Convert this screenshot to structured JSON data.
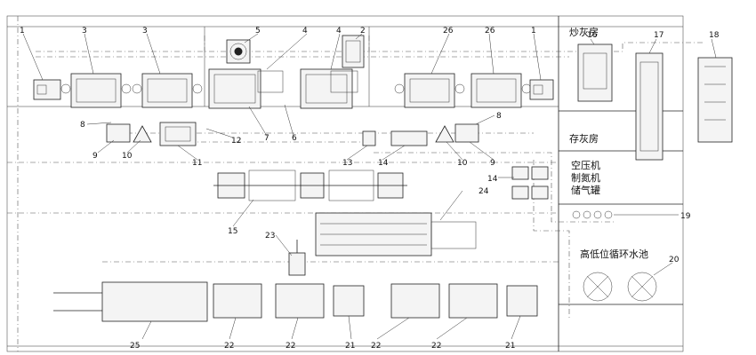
{
  "rooms": {
    "ash_frying_room": "炒灰房",
    "ash_storage_room": "存灰房",
    "compressor_room_line1": "空压机",
    "compressor_room_line2": "制氮机",
    "compressor_room_line3": "储气罐",
    "circulating_pool": "高低位循环水池"
  },
  "callouts": {
    "c1_left": "1",
    "c1_right": "1",
    "c2": "2",
    "c3_a": "3",
    "c3_b": "3",
    "c4_a": "4",
    "c4_b": "4",
    "c5": "5",
    "c6": "6",
    "c7": "7",
    "c8_left": "8",
    "c8_right": "8",
    "c9_left": "9",
    "c9_right": "9",
    "c10_left": "10",
    "c10_right": "10",
    "c11": "11",
    "c12": "12",
    "c13": "13",
    "c14_a": "14",
    "c14_b": "14",
    "c15": "15",
    "c16": "16",
    "c17": "17",
    "c18": "18",
    "c19": "19",
    "c20": "20",
    "c21_a": "21",
    "c21_b": "21",
    "c22_a": "22",
    "c22_b": "22",
    "c22_c": "22",
    "c22_d": "22",
    "c23": "23",
    "c24": "24",
    "c25": "25",
    "c26_a": "26",
    "c26_b": "26"
  },
  "colors": {
    "line": "#222222",
    "background": "#ffffff"
  }
}
